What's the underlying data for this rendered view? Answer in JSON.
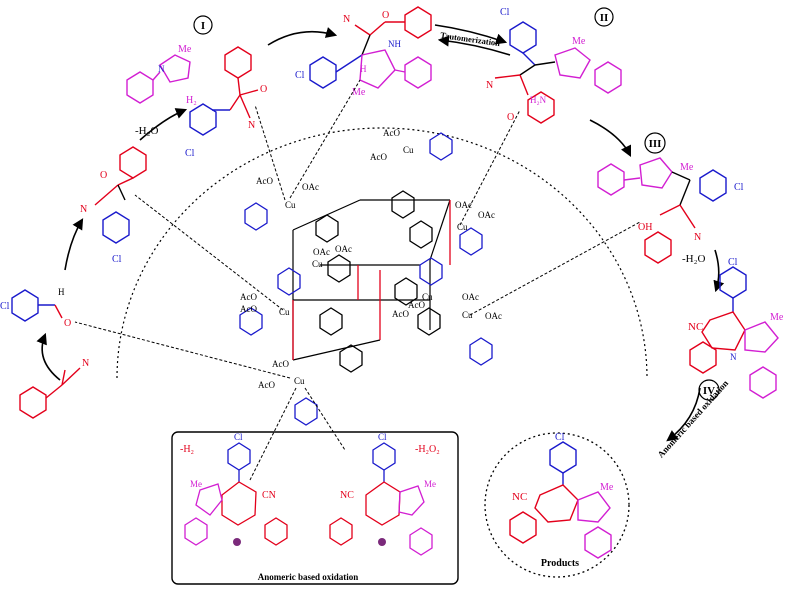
{
  "stages": {
    "s1": "I",
    "s2": "II",
    "s3": "III",
    "s4": "IV"
  },
  "labels": {
    "minus_h2o_1": "-H₂O",
    "minus_h2o_2": "-H₂O",
    "tautomerization": "Tautomerization",
    "anomeric_oxidation_arrow": "Anomeric based oxidation",
    "anomeric_oxidation_box": "Anomeric based oxidation",
    "minus_h2": "-H₂",
    "minus_h2o2": "-H₂O₂",
    "products": "Products"
  },
  "atoms": {
    "cl": "Cl",
    "me": "Me",
    "cn": "CN",
    "nc": "NC",
    "n": "N",
    "h": "H",
    "o": "O",
    "nh2": "NH₂",
    "h2n": "H₂N",
    "nh": "NH",
    "oh": "OH",
    "oac": "OAc",
    "aco": "AcO",
    "cu": "Cu"
  },
  "colors": {
    "red": "#e3001b",
    "blue": "#1a1acc",
    "magenta": "#d21fd2",
    "black": "#000000",
    "frame_red": "#e3001b"
  }
}
